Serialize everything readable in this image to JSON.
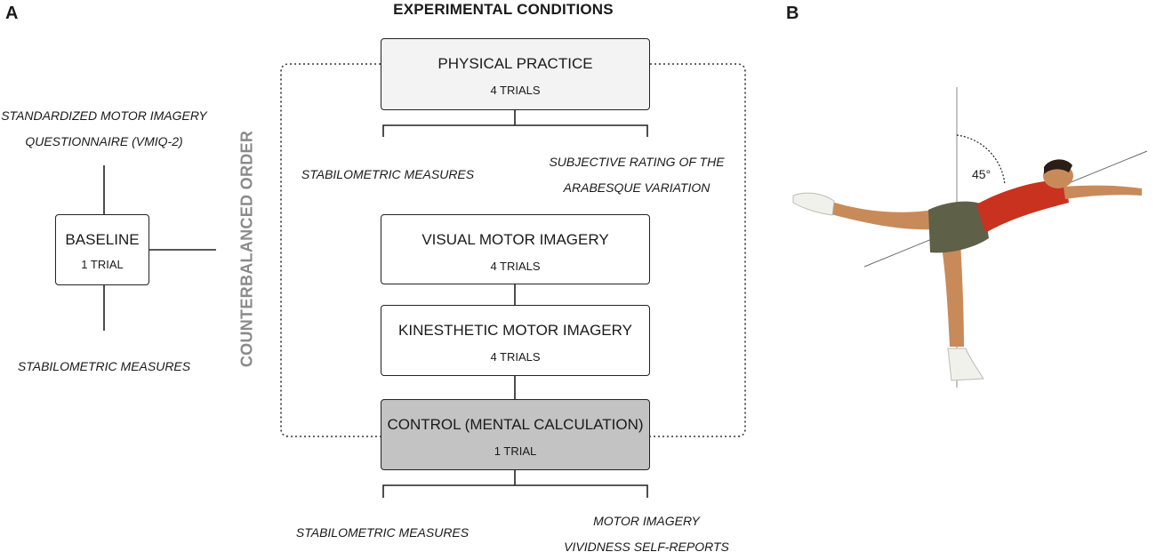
{
  "panel_a": {
    "letter": "A"
  },
  "panel_b": {
    "letter": "B",
    "angle_label": "45°"
  },
  "header": {
    "title": "EXPERIMENTAL CONDITIONS"
  },
  "side_label": "COUNTERBALANCED ORDER",
  "baseline": {
    "title": "BASELINE",
    "trials": "1 TRIAL",
    "questionnaire_line1": "STANDARDIZED MOTOR IMAGERY",
    "questionnaire_line2": "QUESTIONNAIRE (VMIQ-2)",
    "measures": "STABILOMETRIC MEASURES"
  },
  "conditions": [
    {
      "title": "PHYSICAL PRACTICE",
      "trials": "4 TRIALS"
    },
    {
      "title": "VISUAL MOTOR IMAGERY",
      "trials": "4 TRIALS"
    },
    {
      "title": "KINESTHETIC MOTOR IMAGERY",
      "trials": "4 TRIALS"
    },
    {
      "title": "CONTROL (MENTAL CALCULATION)",
      "trials": "1 TRIAL"
    }
  ],
  "physical_outcomes": {
    "left": "STABILOMETRIC MEASURES",
    "right_line1": "SUBJECTIVE RATING OF THE",
    "right_line2": "ARABESQUE VARIATION"
  },
  "final_outcomes": {
    "left": "STABILOMETRIC MEASURES",
    "right_line1": "MOTOR IMAGERY",
    "right_line2": "VIVIDNESS SELF-REPORTS"
  },
  "colors": {
    "box_light": "#f3f3f3",
    "box_dark": "#c3c3c3",
    "side_label": "#8a8a8a",
    "shirt": "#c8321e",
    "shorts": "#5e6048",
    "skin": "#c98a5a"
  }
}
